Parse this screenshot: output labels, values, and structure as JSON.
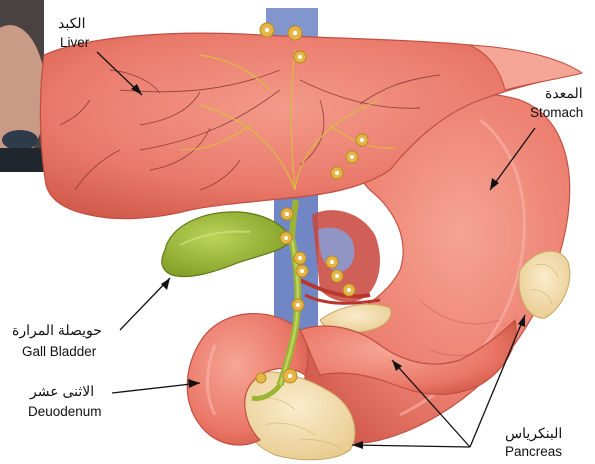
{
  "labels": {
    "liver": {
      "ar": "الكبد",
      "en": "Liver"
    },
    "stomach": {
      "ar": "المعدة",
      "en": "Stomach"
    },
    "gall_bladder": {
      "ar": "حويصلة المرارة",
      "en": "Gall Bladder"
    },
    "duodenum": {
      "ar": "الاثنى عشر",
      "en": "Deuodenum"
    },
    "pancreas": {
      "ar": "البنكرياس",
      "en": "Pancreas"
    }
  },
  "colors": {
    "organ_pink": "#ee7d70",
    "organ_dark": "#d85a4d",
    "organ_light": "#f7a898",
    "gall_green": "#8fae2e",
    "pancreas_yellow": "#f1d9a0",
    "vessel_blue": "#6f88c8",
    "lymph_node": "#e6b548"
  }
}
